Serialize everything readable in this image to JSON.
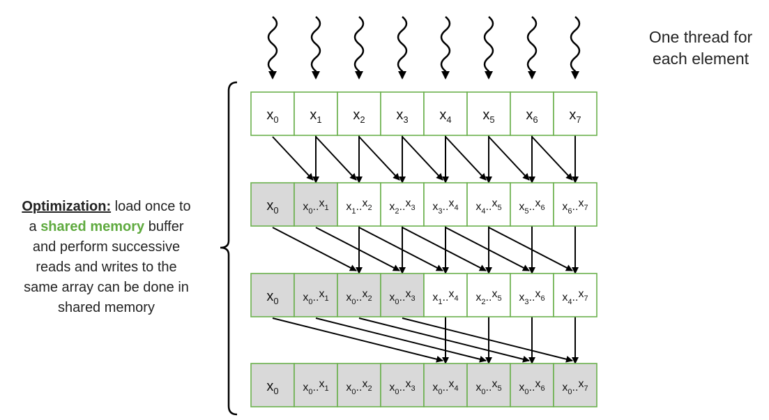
{
  "threads_note": [
    "One thread for",
    "each element"
  ],
  "optimization": {
    "heading": "Optimization:",
    "text_a": "load once to",
    "text_b": "a",
    "highlight": "shared memory",
    "text_c": "buffer",
    "line3": "and perform successive",
    "line4": "reads and writes to the",
    "line5": "same array can be done in",
    "line6": "shared memory"
  },
  "colors": {
    "cell_border": "#6ab04c",
    "cell_fill_active": "#ffffff",
    "cell_fill_done": "#d9d9d9",
    "highlight_text": "#5faa3f",
    "arrow": "#000000"
  },
  "rows": [
    {
      "cells": [
        {
          "terms": [
            [
              "x",
              "0"
            ]
          ],
          "done": false
        },
        {
          "terms": [
            [
              "x",
              "1"
            ]
          ],
          "done": false
        },
        {
          "terms": [
            [
              "x",
              "2"
            ]
          ],
          "done": false
        },
        {
          "terms": [
            [
              "x",
              "3"
            ]
          ],
          "done": false
        },
        {
          "terms": [
            [
              "x",
              "4"
            ]
          ],
          "done": false
        },
        {
          "terms": [
            [
              "x",
              "5"
            ]
          ],
          "done": false
        },
        {
          "terms": [
            [
              "x",
              "6"
            ]
          ],
          "done": false
        },
        {
          "terms": [
            [
              "x",
              "7"
            ]
          ],
          "done": false
        }
      ]
    },
    {
      "cells": [
        {
          "terms": [
            [
              "x",
              "0"
            ]
          ],
          "done": true
        },
        {
          "terms": [
            [
              "x",
              "0"
            ],
            [
              "x",
              "1"
            ]
          ],
          "done": true
        },
        {
          "terms": [
            [
              "x",
              "1"
            ],
            [
              "x",
              "2"
            ]
          ],
          "done": false
        },
        {
          "terms": [
            [
              "x",
              "2"
            ],
            [
              "x",
              "3"
            ]
          ],
          "done": false
        },
        {
          "terms": [
            [
              "x",
              "3"
            ],
            [
              "x",
              "4"
            ]
          ],
          "done": false
        },
        {
          "terms": [
            [
              "x",
              "4"
            ],
            [
              "x",
              "5"
            ]
          ],
          "done": false
        },
        {
          "terms": [
            [
              "x",
              "5"
            ],
            [
              "x",
              "6"
            ]
          ],
          "done": false
        },
        {
          "terms": [
            [
              "x",
              "6"
            ],
            [
              "x",
              "7"
            ]
          ],
          "done": false
        }
      ]
    },
    {
      "cells": [
        {
          "terms": [
            [
              "x",
              "0"
            ]
          ],
          "done": true
        },
        {
          "terms": [
            [
              "x",
              "0"
            ],
            [
              "x",
              "1"
            ]
          ],
          "done": true
        },
        {
          "terms": [
            [
              "x",
              "0"
            ],
            [
              "x",
              "2"
            ]
          ],
          "done": true
        },
        {
          "terms": [
            [
              "x",
              "0"
            ],
            [
              "x",
              "3"
            ]
          ],
          "done": true
        },
        {
          "terms": [
            [
              "x",
              "1"
            ],
            [
              "x",
              "4"
            ]
          ],
          "done": false
        },
        {
          "terms": [
            [
              "x",
              "2"
            ],
            [
              "x",
              "5"
            ]
          ],
          "done": false
        },
        {
          "terms": [
            [
              "x",
              "3"
            ],
            [
              "x",
              "6"
            ]
          ],
          "done": false
        },
        {
          "terms": [
            [
              "x",
              "4"
            ],
            [
              "x",
              "7"
            ]
          ],
          "done": false
        }
      ]
    },
    {
      "cells": [
        {
          "terms": [
            [
              "x",
              "0"
            ]
          ],
          "done": true
        },
        {
          "terms": [
            [
              "x",
              "0"
            ],
            [
              "x",
              "1"
            ]
          ],
          "done": true
        },
        {
          "terms": [
            [
              "x",
              "0"
            ],
            [
              "x",
              "2"
            ]
          ],
          "done": true
        },
        {
          "terms": [
            [
              "x",
              "0"
            ],
            [
              "x",
              "3"
            ]
          ],
          "done": true
        },
        {
          "terms": [
            [
              "x",
              "0"
            ],
            [
              "x",
              "4"
            ]
          ],
          "done": true
        },
        {
          "terms": [
            [
              "x",
              "0"
            ],
            [
              "x",
              "5"
            ]
          ],
          "done": true
        },
        {
          "terms": [
            [
              "x",
              "0"
            ],
            [
              "x",
              "6"
            ]
          ],
          "done": true
        },
        {
          "terms": [
            [
              "x",
              "0"
            ],
            [
              "x",
              "7"
            ]
          ],
          "done": true
        }
      ]
    }
  ],
  "strides": [
    1,
    2,
    4
  ],
  "thread_count": 8
}
